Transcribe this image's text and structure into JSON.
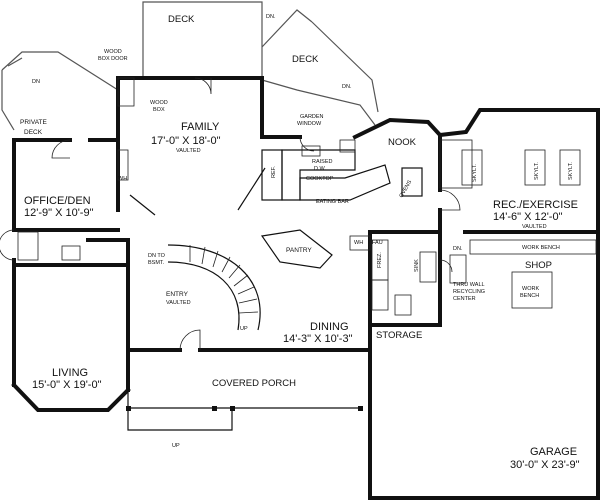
{
  "rooms": {
    "deck_top": "DECK",
    "deck_right": "DECK",
    "dn_deck_top": "DN.",
    "dn_deck_right": "DN.",
    "wood_box_door": "WOOD\nBOX DOOR",
    "wood_box": "WOOD\nBOX",
    "family_name": "FAMILY",
    "family_dims": "17'-0\" X 18'-0\"",
    "family_vaulted": "VAULTED",
    "private_deck": "PRIVATE\nDECK",
    "dn_private": "DN",
    "garden_window": "GARDEN\nWINDOW",
    "nook": "NOOK",
    "ref": "REF.",
    "raised_dw": "RAISED\nD.W.",
    "cooktop": "COOKTOP",
    "eating_bar": "EATING BAR",
    "ovens": "OVENS",
    "skylt_1": "SKYLT.",
    "skylt_2": "SKYLT.",
    "skylt_3": "SKYLT.",
    "rec_name": "REC./EXERCISE",
    "rec_dims": "14'-6\" X 12'-0\"",
    "rec_vaulted": "VAULTED",
    "office_name": "OFFICE/DEN",
    "office_dims": "12'-9\" X 10'-9\"",
    "wh": "WH",
    "dn_bsmt": "DN TO\nBSMT.",
    "pantry": "PANTRY",
    "wh2": "WH",
    "fau": "FAU",
    "dn_shop": "DN.",
    "work_bench_top": "WORK BENCH",
    "shop": "SHOP",
    "frez": "FREZ.",
    "sink": "SINK",
    "recycling": "THRU WALL\nRECYCLING\nCENTER",
    "work_bench": "WORK\nBENCH",
    "entry_name": "ENTRY",
    "entry_vaulted": "VAULTED",
    "up_stair": "UP",
    "storage": "STORAGE",
    "dining_name": "DINING",
    "dining_dims": "14'-3\" X 10'-3\"",
    "living_name": "LIVING",
    "living_dims": "15'-0\" X 19'-0\"",
    "covered_porch": "COVERED PORCH",
    "up_porch": "UP",
    "garage_name": "GARAGE",
    "garage_dims": "30'-0\" X 23'-9\""
  }
}
